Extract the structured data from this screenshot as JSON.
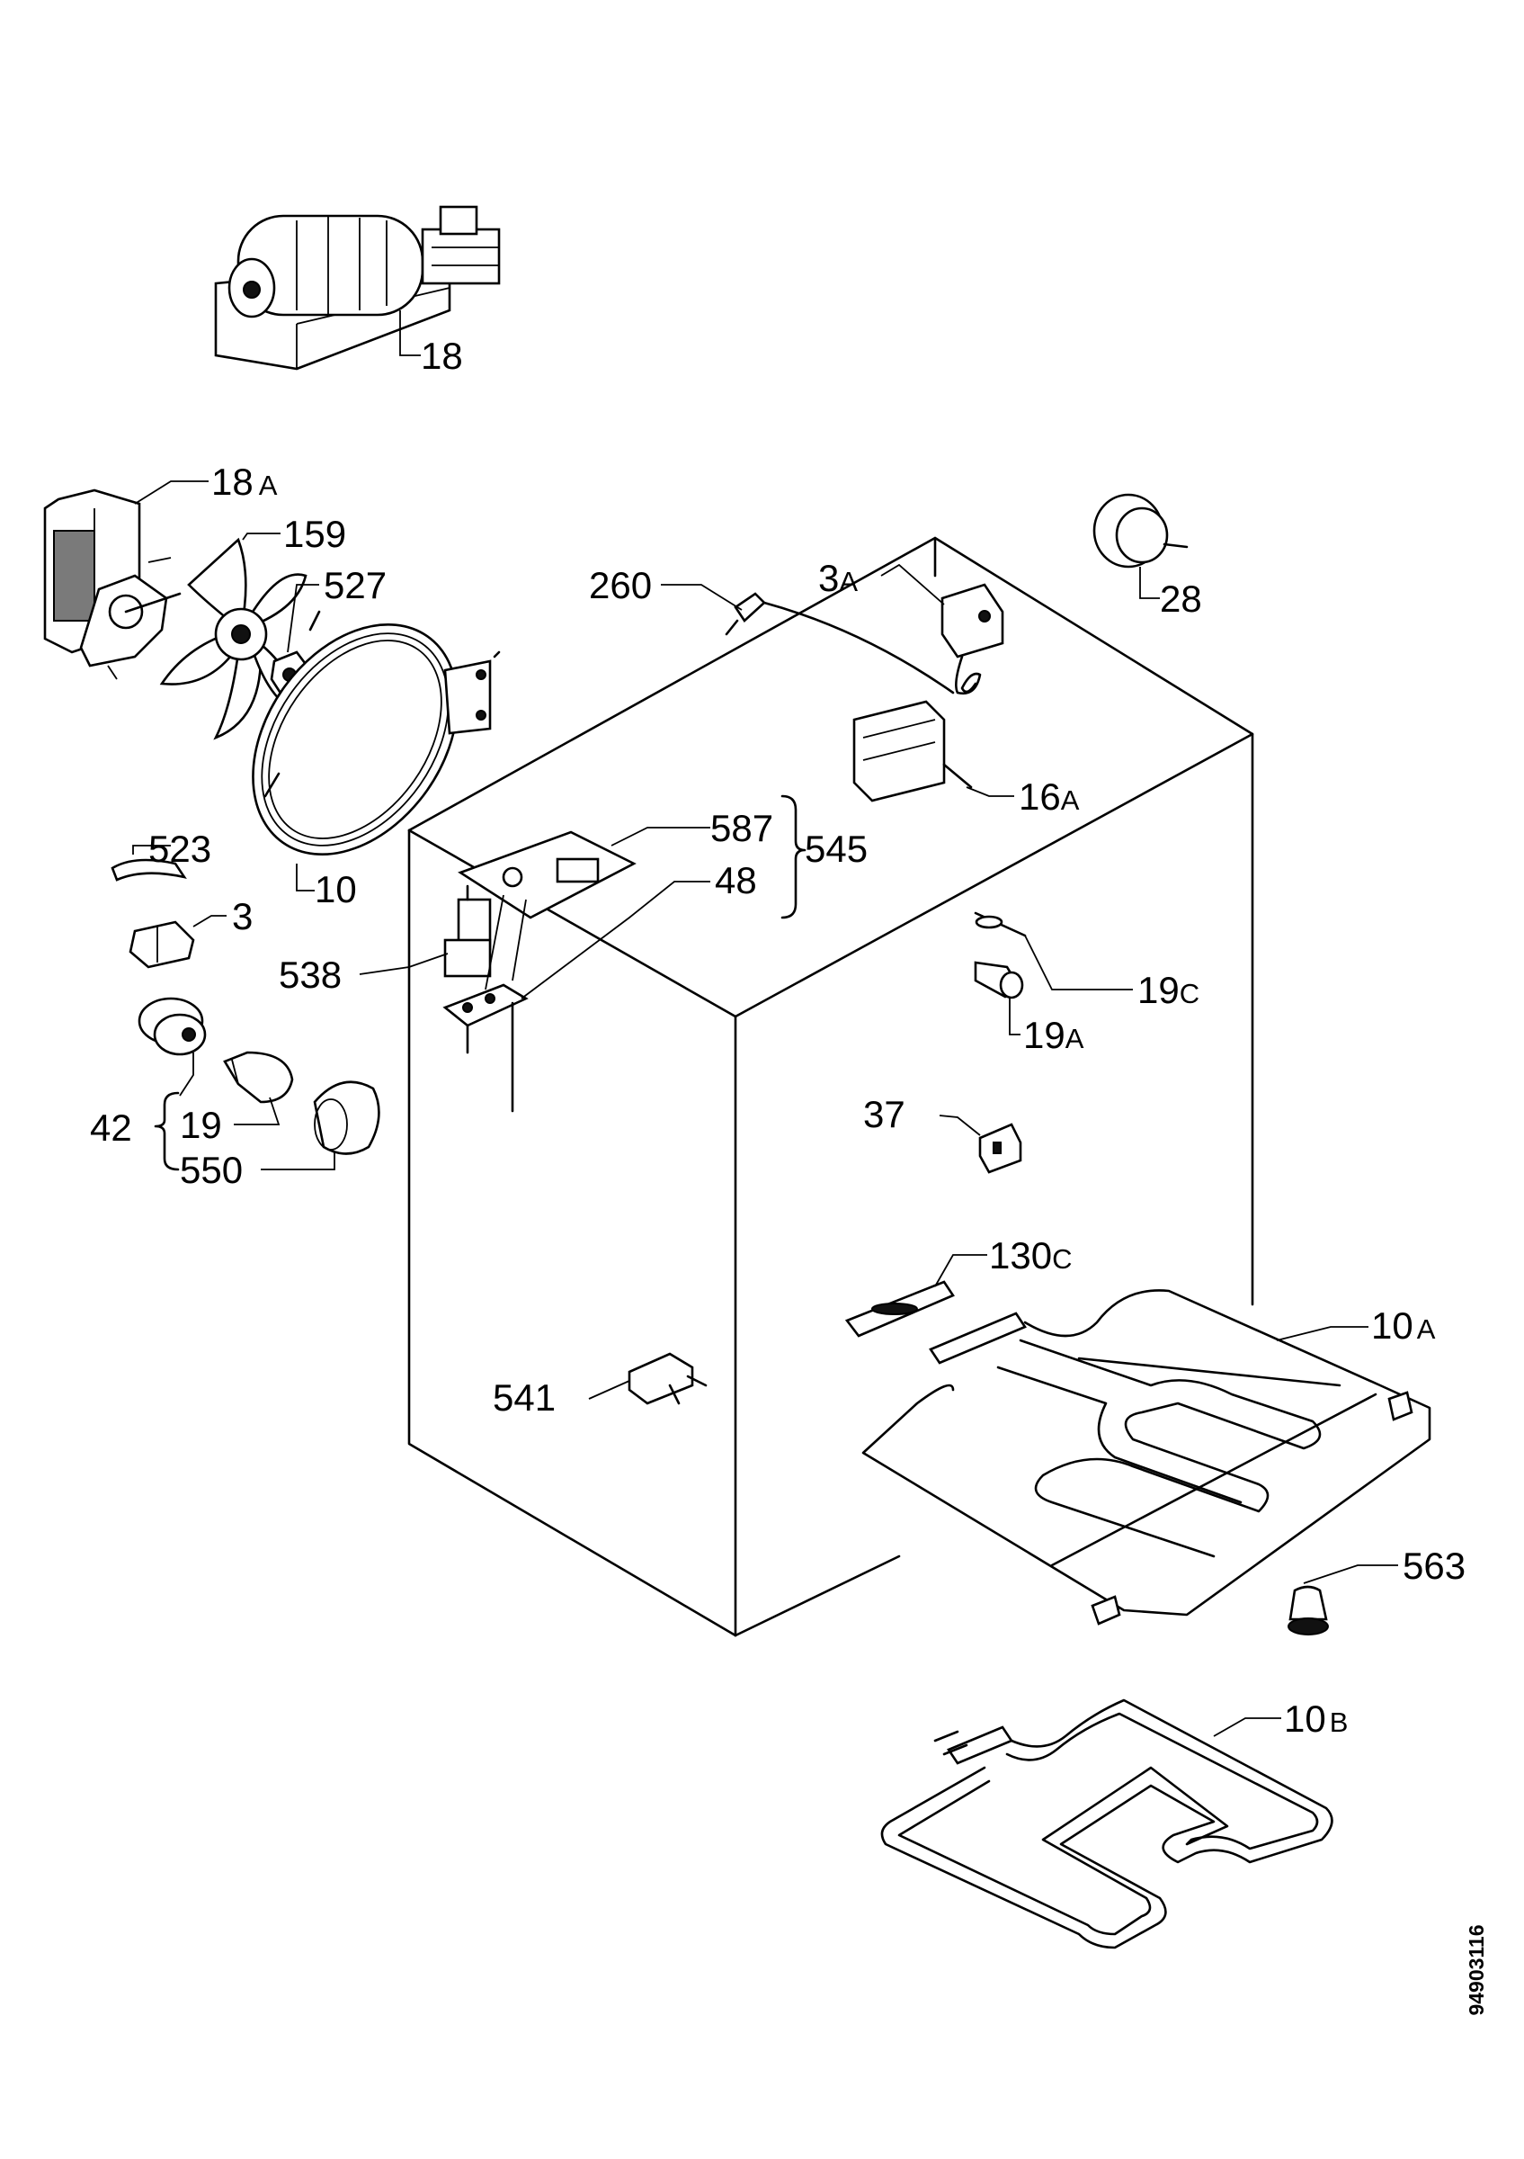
{
  "labels": {
    "p18": {
      "num": "18",
      "suffix": ""
    },
    "p18a": {
      "num": "18",
      "suffix": "A"
    },
    "p159": {
      "num": "159",
      "suffix": ""
    },
    "p527": {
      "num": "527",
      "suffix": ""
    },
    "p10": {
      "num": "10",
      "suffix": ""
    },
    "p523": {
      "num": "523",
      "suffix": ""
    },
    "p3": {
      "num": "3",
      "suffix": ""
    },
    "p538": {
      "num": "538",
      "suffix": ""
    },
    "p42": {
      "num": "42",
      "suffix": ""
    },
    "p19": {
      "num": "19",
      "suffix": ""
    },
    "p550": {
      "num": "550",
      "suffix": ""
    },
    "p260": {
      "num": "260",
      "suffix": ""
    },
    "p3a": {
      "num": "3",
      "suffix": "A"
    },
    "p28": {
      "num": "28",
      "suffix": ""
    },
    "p16a": {
      "num": "16",
      "suffix": "A"
    },
    "p587": {
      "num": "587",
      "suffix": ""
    },
    "p545": {
      "num": "545",
      "suffix": ""
    },
    "p48": {
      "num": "48",
      "suffix": ""
    },
    "p19c": {
      "num": "19",
      "suffix": "C"
    },
    "p19a": {
      "num": "19",
      "suffix": "A"
    },
    "p37": {
      "num": "37",
      "suffix": ""
    },
    "p130c": {
      "num": "130",
      "suffix": "C"
    },
    "p10a": {
      "num": "10",
      "suffix": "A"
    },
    "p541": {
      "num": "541",
      "suffix": ""
    },
    "p563": {
      "num": "563",
      "suffix": ""
    },
    "p10b": {
      "num": "10",
      "suffix": "B"
    }
  },
  "drawing_code": "94903116"
}
